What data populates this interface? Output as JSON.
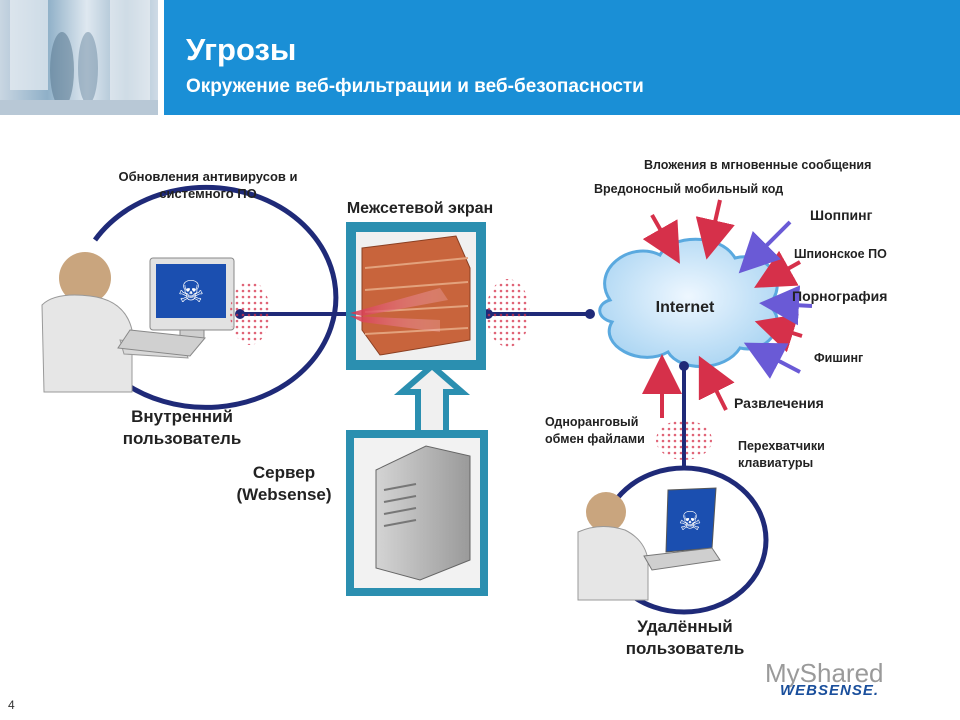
{
  "header": {
    "title": "Угрозы",
    "subtitle": "Окружение веб-фильтрации и веб-безопасности"
  },
  "labels": {
    "updates": "Обновления антивирусов и системного ПО",
    "firewall": "Межсетевой экран",
    "internal_user": "Внутренний пользователь",
    "server": "Сервер (Websense)",
    "internet": "Internet",
    "remote_user": "Удалённый пользователь"
  },
  "threats": {
    "im_attachments": "Вложения в мгновенные сообщения",
    "mobile_code": "Вредоносный мобильный код",
    "shopping": "Шоппинг",
    "spyware": "Шпионское ПО",
    "porn": "Порнография",
    "phishing": "Фишинг",
    "entertainment": "Развлечения",
    "p2p": "Одноранговый обмен файлами",
    "keyloggers": "Перехватчики клавиатуры"
  },
  "footer": {
    "page_number": "4",
    "watermark": "MyShared",
    "brand": "WEBSENSE."
  },
  "colors": {
    "header_blue": "#1a8fd6",
    "ring_navy": "#1f2a78",
    "firewall_teal": "#2b8fb0",
    "brick": "#c8643c",
    "threat_red": "#d6304a",
    "threat_purple": "#6a5ad6"
  }
}
